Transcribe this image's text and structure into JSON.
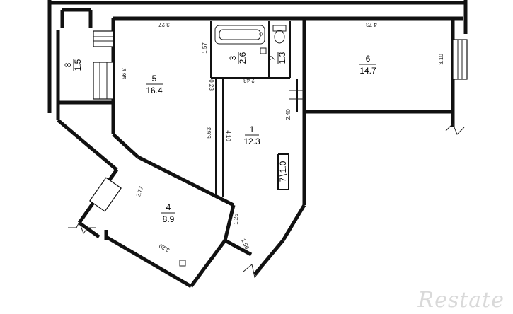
{
  "rooms": [
    {
      "id": "1",
      "area": "12.3"
    },
    {
      "id": "2",
      "area": "1.3"
    },
    {
      "id": "3",
      "area": "2.6"
    },
    {
      "id": "4",
      "area": "8.9"
    },
    {
      "id": "5",
      "area": "16.4"
    },
    {
      "id": "6",
      "area": "14.7"
    },
    {
      "id": "7",
      "area": "1.0"
    },
    {
      "id": "8",
      "area": "1.5"
    }
  ],
  "dimensions": {
    "room5_top": "3.27",
    "room5_left": "3.95",
    "bath_left": "1.57",
    "corridor_gap": "0.23",
    "corridor_width": "2.43",
    "room6_top": "4.73",
    "room6_right": "3.10",
    "corridor_right": "2.40",
    "corridor_len": "5.63",
    "corridor_inner": "4.10",
    "room4_side": "2.77",
    "room4_right": "1.25",
    "room4_bottom": "3.20",
    "stair_len": "1.56"
  },
  "watermark": "Restate"
}
